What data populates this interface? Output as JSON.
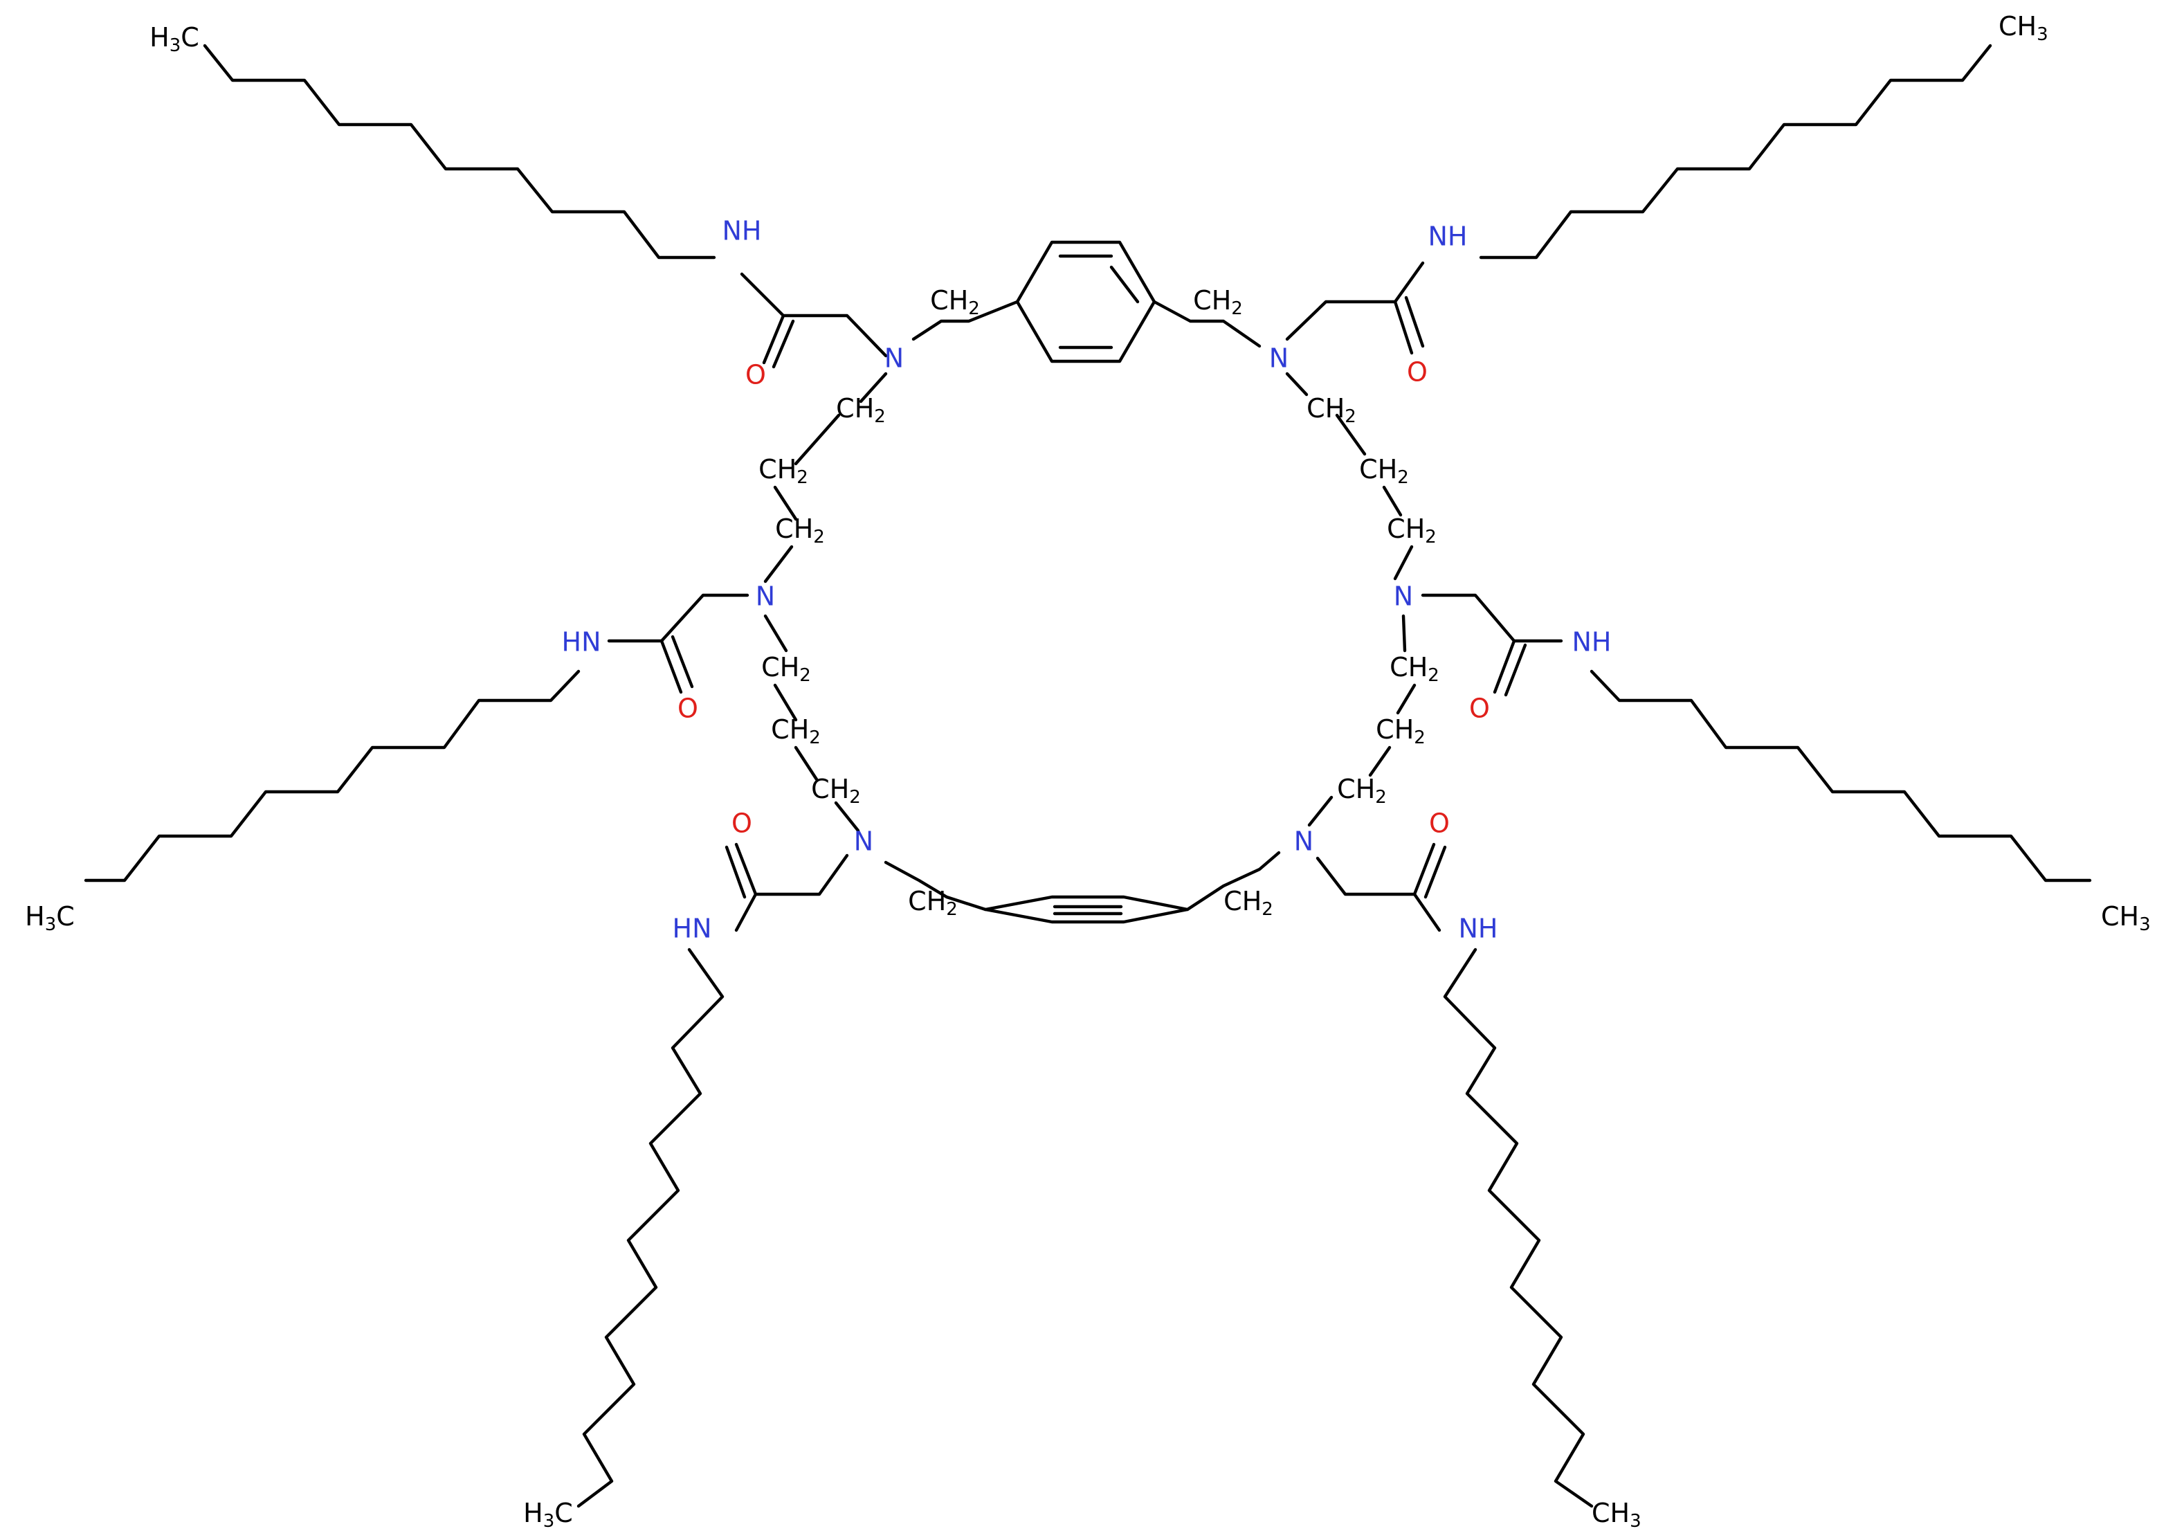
{
  "molecule": {
    "colors": {
      "bond": "#000000",
      "N": "#2f3cd6",
      "O": "#e0201b",
      "C": "#000000"
    },
    "labels": {
      "a_n1": "N",
      "a_n2": "N",
      "a_n3": "N",
      "a_n4": "N",
      "a_n5": "N",
      "a_n6": "N",
      "a_o1": "O",
      "a_o2": "O",
      "a_o3": "O",
      "a_o4": "O",
      "a_o5": "O",
      "a_o6": "O",
      "a_nh1": "H",
      "a_nh2": "H",
      "a_nh3": "H",
      "a_nh4": "H",
      "a_nh5": "H",
      "a_nh6": "H",
      "ch3_1": "CH3",
      "ch3_2": "CH3",
      "ch3_3": "CH3",
      "ch3_4": "CH3",
      "ch3_5": "CH3",
      "ch3_6": "CH3",
      "ch2_list": [
        "CH2",
        "CH2",
        "CH2",
        "CH2",
        "CH2",
        "CH2",
        "CH2",
        "CH2",
        "CH2",
        "CH2",
        "CH2",
        "CH2",
        "CH2",
        "CH2",
        "CH2",
        "CH2"
      ]
    }
  }
}
